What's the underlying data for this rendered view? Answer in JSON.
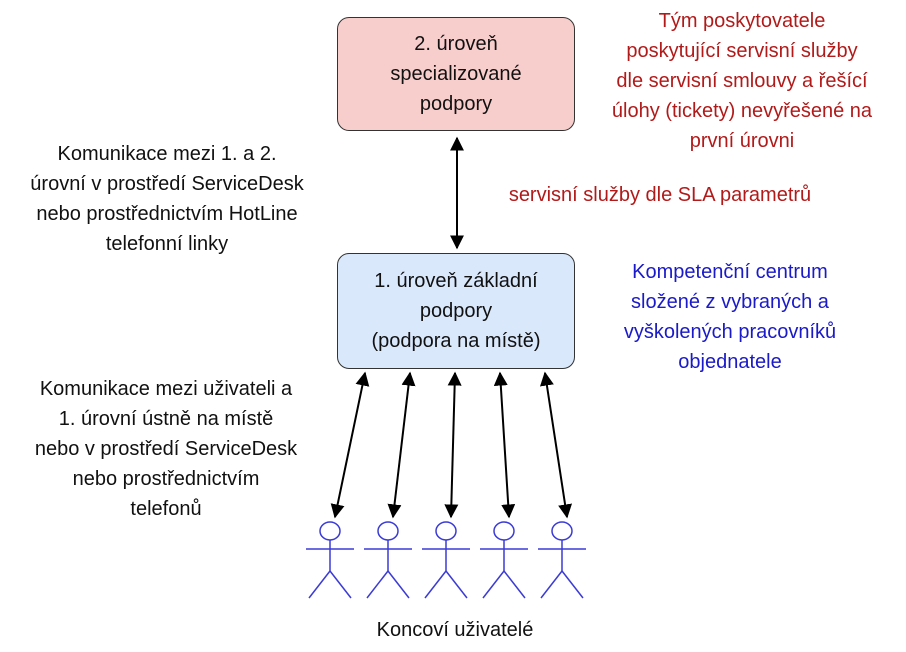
{
  "level2_box": {
    "text": "2. úroveň\nspecializované\npodpory",
    "fill": "#f8cecc"
  },
  "level1_box": {
    "text": "1. úroveň základní\npodpory\n(podpora na místě)",
    "fill": "#dae8fc"
  },
  "provider_team_note": {
    "text": "Tým poskytovatele\nposkytující servisní služby\ndle servisní smlouvy a řešící\núlohy (tickety) nevyřešené na\nprvní úrovni",
    "color": "#b21a1a"
  },
  "sla_note": {
    "text": "servisní služby dle SLA parametrů",
    "color": "#b21a1a"
  },
  "communication_l1_l2_note": {
    "text": "Komunikace mezi 1. a 2.\núrovní v prostředí ServiceDesk\nnebo prostřednictvím HotLine\ntelefonní linky"
  },
  "competence_center_note": {
    "text": "Kompetenční centrum\nsložené z vybraných a\nvyškolených pracovníků\nobjednatele",
    "color": "#1a1ac8"
  },
  "communication_users_note": {
    "text": "Komunikace mezi uživateli a\n1. úrovní ústně na místě\nnebo v prostředí ServiceDesk\nnebo prostřednictvím\ntelefonů"
  },
  "end_users_label": {
    "text": "Koncoví uživatelé"
  },
  "actor": {
    "stroke": "#3b3bd6",
    "count": 5
  }
}
